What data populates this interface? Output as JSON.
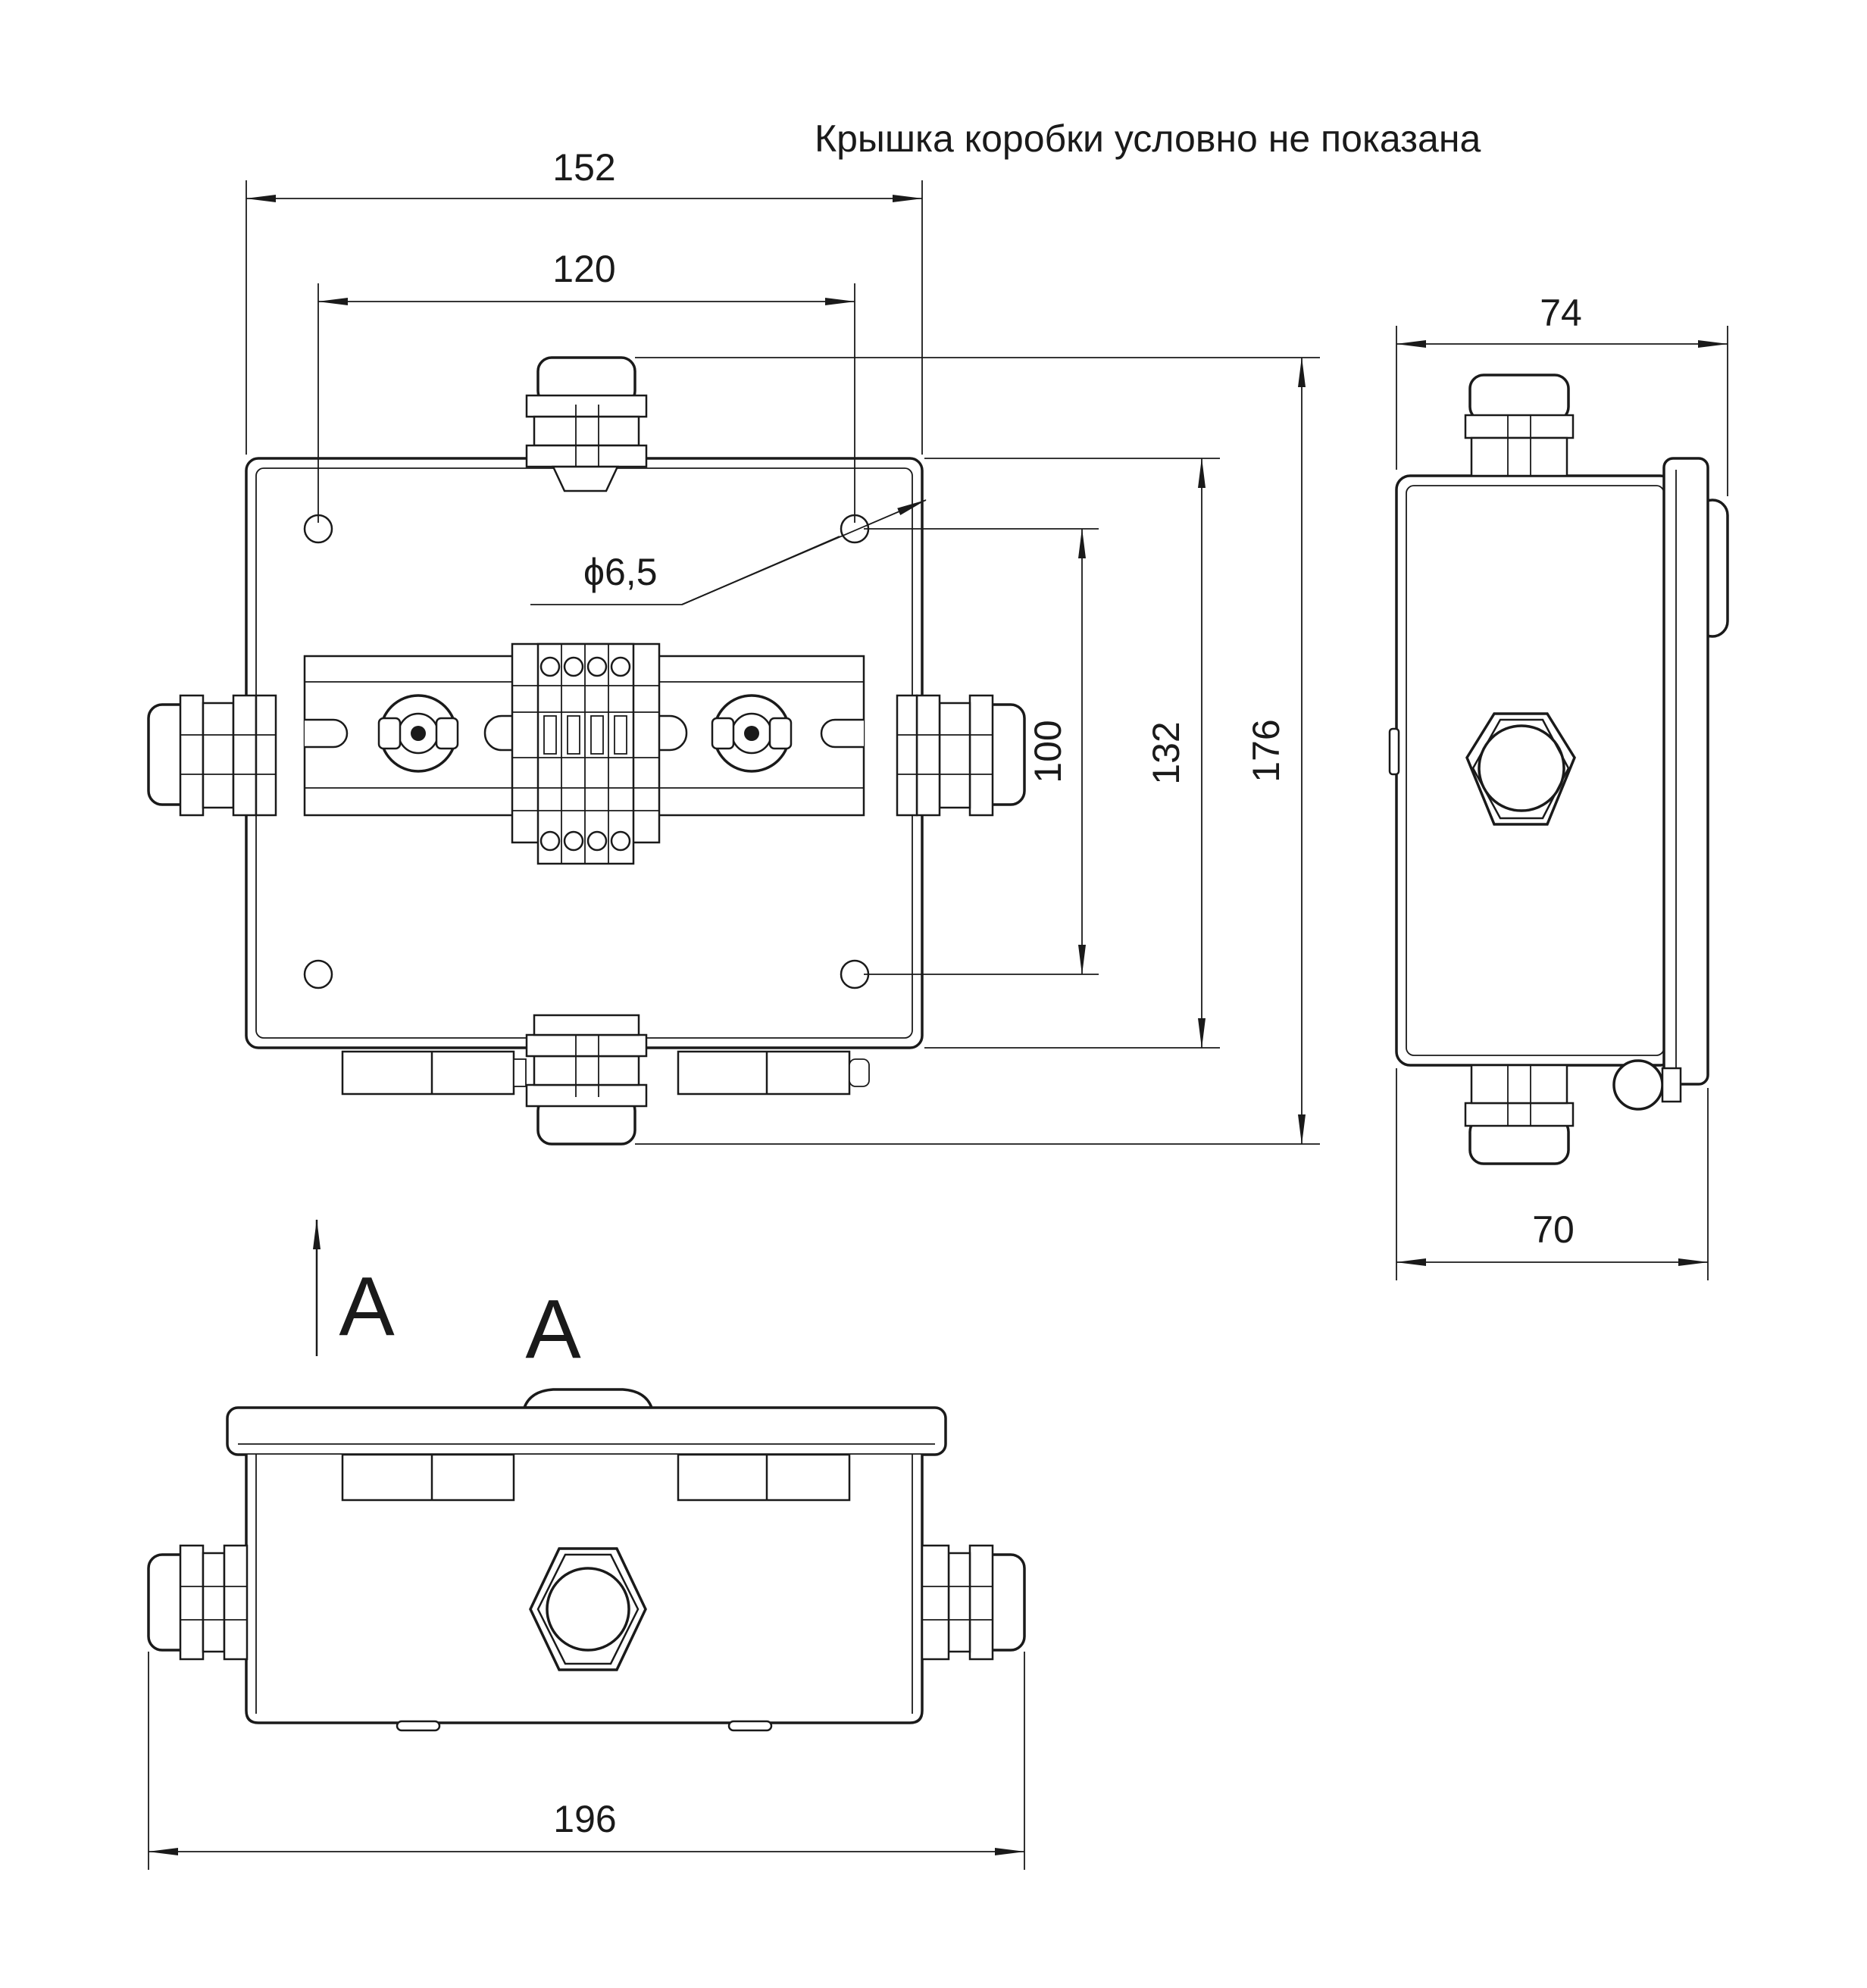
{
  "note": "Крышка коробки условно не показана",
  "dimensions": {
    "width_outer": "152",
    "width_holes": "120",
    "height_holes": "100",
    "height_box": "132",
    "height_total": "176",
    "side_top": "74",
    "side_bottom": "70",
    "bottom_width": "196",
    "hole_diameter": "ϕ6,5"
  },
  "view_letter": "А",
  "view_arrow_letter": "А"
}
